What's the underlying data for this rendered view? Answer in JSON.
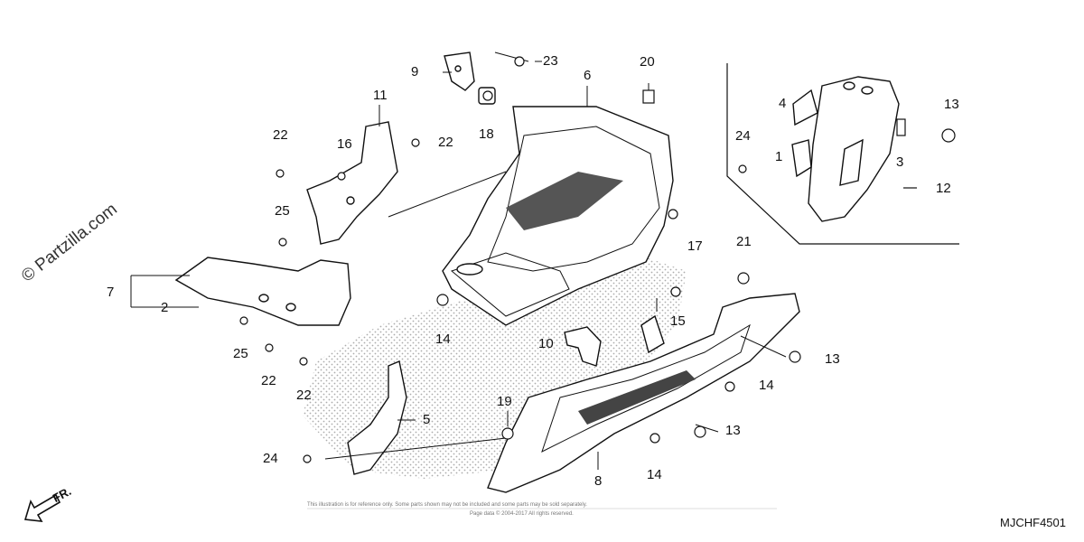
{
  "watermark": "© Partzilla.com",
  "diagram_code": "MJCHF4501",
  "direction_label": "FR.",
  "fine_print": [
    "This illustration is for reference only. Some parts shown may not be included and some parts may be sold separately.",
    "Page data © 2004-2017 All rights reserved."
  ],
  "callouts": {
    "c1": "1",
    "c2": "2",
    "c3": "3",
    "c4": "4",
    "c5": "5",
    "c6": "6",
    "c7": "7",
    "c8": "8",
    "c9": "9",
    "c10": "10",
    "c11": "11",
    "c12": "12",
    "c13a": "13",
    "c13b": "13",
    "c13c": "13",
    "c14a": "14",
    "c14b": "14",
    "c14c": "14",
    "c15": "15",
    "c16": "16",
    "c17": "17",
    "c18": "18",
    "c19": "19",
    "c20": "20",
    "c21": "21",
    "c22a": "22",
    "c22b": "22",
    "c22c": "22",
    "c22d": "22",
    "c23": "23",
    "c24a": "24",
    "c24b": "24",
    "c25a": "25",
    "c25b": "25"
  }
}
